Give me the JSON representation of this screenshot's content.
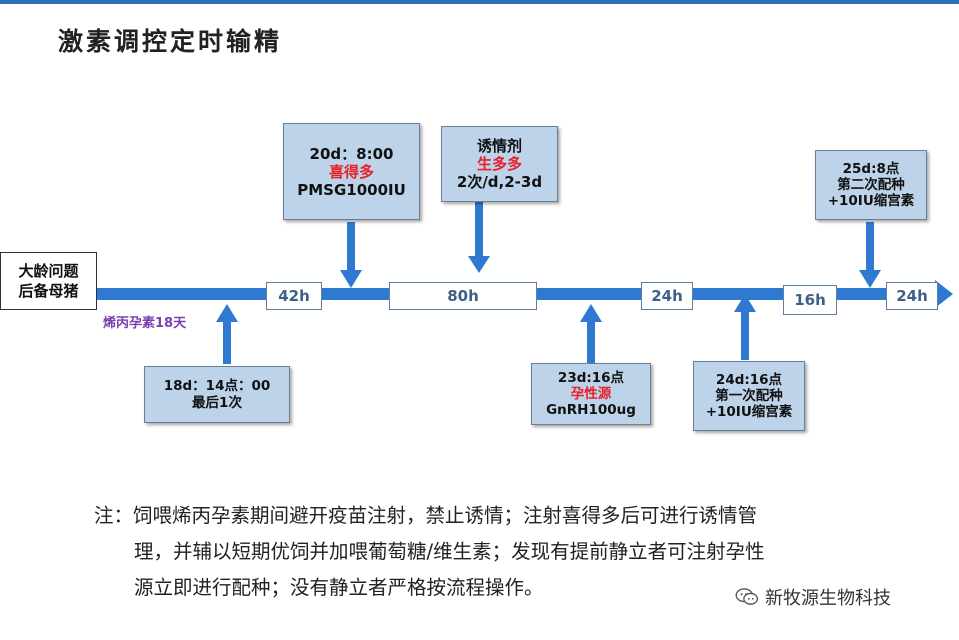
{
  "title": "激素调控定时输精",
  "start": {
    "line1": "大龄问题",
    "line2": "后备母猪"
  },
  "feed_label": "烯丙孕素18天",
  "segments": [
    "42h",
    "80h",
    "24h",
    "16h",
    "24h"
  ],
  "events_top": [
    {
      "line1": "20d：8:00",
      "line2": "喜得多",
      "line3": "PMSG1000IU"
    },
    {
      "line1": "诱情剂",
      "line2": "生多多",
      "line3": "2次/d,2-3d"
    },
    {
      "line1": "25d:8点",
      "line2": "第二次配种",
      "line3": "+10IU缩宫素"
    }
  ],
  "events_bottom": [
    {
      "line1": "18d：14点：00",
      "line2": "最后1次"
    },
    {
      "line1": "23d:16点",
      "line2": "孕性源",
      "line3": "GnRH100ug"
    },
    {
      "line1": "24d:16点",
      "line2": "第一次配种",
      "line3": "+10IU缩宫素"
    }
  ],
  "note": {
    "line1": "注：饲喂烯丙孕素期间避开疫苗注射，禁止诱情；注射喜得多后可进行诱情管",
    "line2": "理，并辅以短期优饲并加喂葡萄糖/维生素；发现有提前静立者可注射孕性",
    "line3": "源立即进行配种；没有静立者严格按流程操作。"
  },
  "watermark": "新牧源生物科技",
  "colors": {
    "timeline": "#2f7ad0",
    "box_fill": "#bcd3ea",
    "highlight": "#e8202a",
    "label_purple": "#7a3fb0"
  }
}
